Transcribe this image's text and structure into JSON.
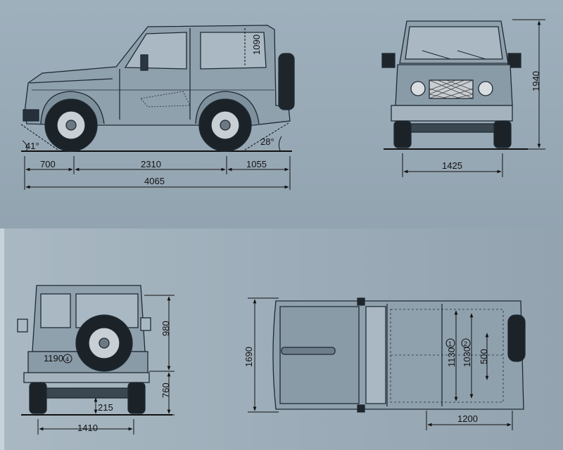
{
  "side_view": {
    "approach_angle": "41°",
    "departure_angle": "28°",
    "front_overhang": "700",
    "wheelbase": "2310",
    "rear_overhang": "1055",
    "overall_length": "4065",
    "interior_height": "1090"
  },
  "front_view": {
    "overall_height": "1940",
    "track_width": "1425"
  },
  "rear_view": {
    "upper_height": "980",
    "lower_height": "760",
    "ground_clearance": "215",
    "opening_width": "1190",
    "opening_marker": "4",
    "rear_track": "1410"
  },
  "top_view": {
    "overall_width": "1690",
    "cargo_length_a": "1130",
    "cargo_marker_a": "1",
    "cargo_length_b": "1030",
    "cargo_marker_b": "2",
    "cargo_length_c": "500",
    "cargo_width": "1200"
  }
}
